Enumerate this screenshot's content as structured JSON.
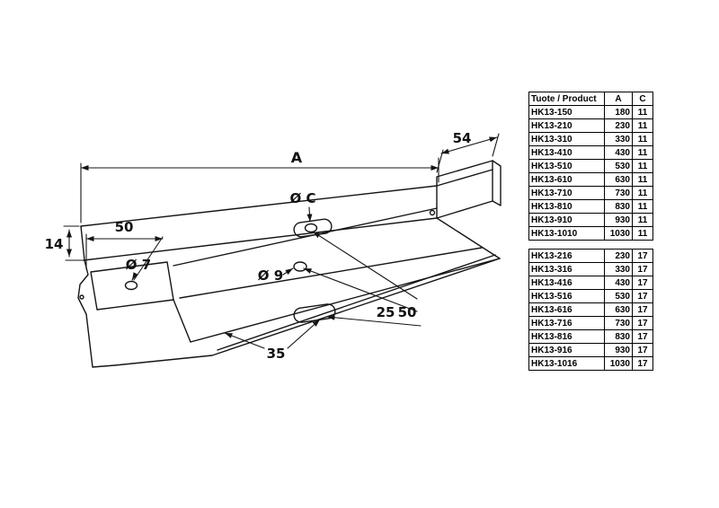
{
  "drawing": {
    "dims": {
      "a": "A",
      "w54": "54",
      "c": "Ø C",
      "off50": "50",
      "h14": "14",
      "d7": "Ø 7",
      "d9": "Ø 9",
      "r25": "25",
      "r50": "50",
      "r35": "35"
    }
  },
  "table": {
    "headers": [
      "Tuote / Product",
      "A",
      "C"
    ],
    "groups": [
      {
        "rows": [
          [
            "HK13-150",
            "180",
            "11"
          ],
          [
            "HK13-210",
            "230",
            "11"
          ],
          [
            "HK13-310",
            "330",
            "11"
          ],
          [
            "HK13-410",
            "430",
            "11"
          ],
          [
            "HK13-510",
            "530",
            "11"
          ],
          [
            "HK13-610",
            "630",
            "11"
          ],
          [
            "HK13-710",
            "730",
            "11"
          ],
          [
            "HK13-810",
            "830",
            "11"
          ],
          [
            "HK13-910",
            "930",
            "11"
          ],
          [
            "HK13-1010",
            "1030",
            "11"
          ]
        ]
      },
      {
        "rows": [
          [
            "HK13-216",
            "230",
            "17"
          ],
          [
            "HK13-316",
            "330",
            "17"
          ],
          [
            "HK13-416",
            "430",
            "17"
          ],
          [
            "HK13-516",
            "530",
            "17"
          ],
          [
            "HK13-616",
            "630",
            "17"
          ],
          [
            "HK13-716",
            "730",
            "17"
          ],
          [
            "HK13-816",
            "830",
            "17"
          ],
          [
            "HK13-916",
            "930",
            "17"
          ],
          [
            "HK13-1016",
            "1030",
            "17"
          ]
        ]
      }
    ]
  }
}
